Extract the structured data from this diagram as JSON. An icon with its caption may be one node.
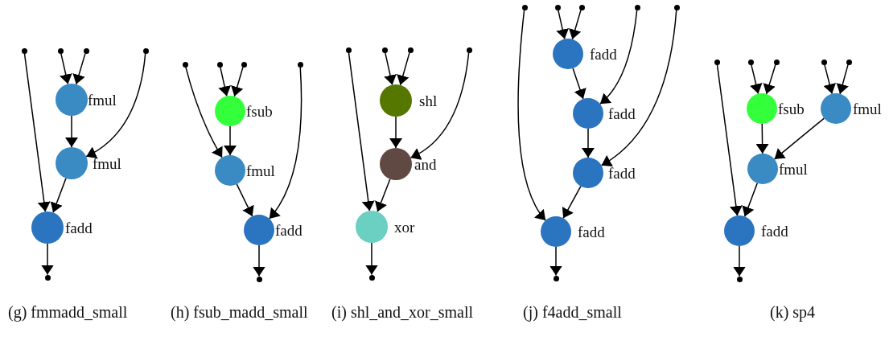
{
  "diagram": {
    "nodes": [
      {
        "text": [],
        "shape": "circle"
      },
      {
        "text": [],
        "shape": "circle"
      },
      {
        "text": [],
        "shape": "circle"
      },
      {
        "text": [],
        "shape": "circle"
      },
      {
        "text": [
          "fmul"
        ]
      },
      {
        "text": [
          "fmul"
        ]
      },
      {
        "text": [
          "fadd"
        ]
      },
      {
        "text": [],
        "shape": "circle"
      },
      {
        "text": [],
        "shape": "circle"
      },
      {
        "text": [],
        "shape": "circle"
      },
      {
        "text": [],
        "shape": "circle"
      },
      {
        "text": [],
        "shape": "circle"
      },
      {
        "text": [
          "fsub"
        ]
      },
      {
        "text": [
          "fmul"
        ]
      },
      {
        "text": [
          "fadd"
        ]
      },
      {
        "text": [],
        "shape": "circle"
      },
      {
        "text": [],
        "shape": "circle"
      },
      {
        "text": [],
        "shape": "circle"
      },
      {
        "text": [],
        "shape": "circle"
      },
      {
        "text": [],
        "shape": "circle"
      },
      {
        "text": [
          "shl"
        ]
      },
      {
        "text": [
          "and"
        ]
      },
      {
        "text": [
          "xor"
        ]
      },
      {
        "text": [],
        "shape": "circle"
      },
      {
        "text": [],
        "shape": "circle"
      },
      {
        "text": [],
        "shape": "circle"
      },
      {
        "text": [],
        "shape": "circle"
      },
      {
        "text": [],
        "shape": "circle"
      },
      {
        "text": [],
        "shape": "circle"
      },
      {
        "text": [
          "fadd"
        ]
      },
      {
        "text": [
          "fadd"
        ]
      },
      {
        "text": [
          "fadd"
        ]
      },
      {
        "text": [
          "fadd"
        ]
      },
      {
        "text": [],
        "shape": "circle"
      },
      {
        "text": [],
        "shape": "circle"
      },
      {
        "text": [],
        "shape": "circle"
      },
      {
        "text": [],
        "shape": "circle"
      },
      {
        "text": [],
        "shape": "circle"
      },
      {
        "text": [],
        "shape": "circle"
      },
      {
        "text": [
          "fsub"
        ]
      },
      {
        "text": [
          "fmul"
        ]
      },
      {
        "text": [
          "fmul"
        ]
      },
      {
        "text": [
          "fadd"
        ]
      },
      {
        "text": [],
        "shape": "circle"
      }
    ],
    "edges": [
      {
        "from": 1,
        "to": 4,
        "arrow": "to"
      },
      {
        "from": 2,
        "to": 4,
        "arrow": "to"
      },
      {
        "from": 4,
        "to": 5,
        "arrow": "to"
      },
      {
        "from": 3,
        "to": 5,
        "arrow": "to"
      },
      {
        "from": 0,
        "to": 6,
        "arrow": "to"
      },
      {
        "from": 5,
        "to": 6,
        "arrow": "to"
      },
      {
        "from": 6,
        "to": 7,
        "arrow": "to"
      },
      {
        "from": 9,
        "to": 12,
        "arrow": "to"
      },
      {
        "from": 10,
        "to": 12,
        "arrow": "to"
      },
      {
        "from": 8,
        "to": 13,
        "arrow": "to"
      },
      {
        "from": 12,
        "to": 13,
        "arrow": "to"
      },
      {
        "from": 13,
        "to": 14,
        "arrow": "to"
      },
      {
        "from": 11,
        "to": 14,
        "arrow": "to"
      },
      {
        "from": 14,
        "to": 15,
        "arrow": "to"
      },
      {
        "from": 17,
        "to": 20,
        "arrow": "to"
      },
      {
        "from": 18,
        "to": 20,
        "arrow": "to"
      },
      {
        "from": 20,
        "to": 21,
        "arrow": "to"
      },
      {
        "from": 19,
        "to": 21,
        "arrow": "to"
      },
      {
        "from": 16,
        "to": 22,
        "arrow": "to"
      },
      {
        "from": 21,
        "to": 22,
        "arrow": "to"
      },
      {
        "from": 22,
        "to": 23,
        "arrow": "to"
      },
      {
        "from": 25,
        "to": 29,
        "arrow": "to"
      },
      {
        "from": 26,
        "to": 29,
        "arrow": "to"
      },
      {
        "from": 29,
        "to": 30,
        "arrow": "to"
      },
      {
        "from": 27,
        "to": 30,
        "arrow": "to"
      },
      {
        "from": 30,
        "to": 31,
        "arrow": "to"
      },
      {
        "from": 28,
        "to": 31,
        "arrow": "to"
      },
      {
        "from": 24,
        "to": 32,
        "arrow": "to"
      },
      {
        "from": 31,
        "to": 32,
        "arrow": "to"
      },
      {
        "from": 32,
        "to": 33,
        "arrow": "to"
      },
      {
        "from": 35,
        "to": 39,
        "arrow": "to"
      },
      {
        "from": 36,
        "to": 39,
        "arrow": "to"
      },
      {
        "from": 37,
        "to": 40,
        "arrow": "to"
      },
      {
        "from": 38,
        "to": 40,
        "arrow": "to"
      },
      {
        "from": 39,
        "to": 41,
        "arrow": "to"
      },
      {
        "from": 40,
        "to": 41,
        "arrow": "to"
      },
      {
        "from": 34,
        "to": 42,
        "arrow": "to"
      },
      {
        "from": 41,
        "to": 42,
        "arrow": "to"
      },
      {
        "from": 42,
        "to": 43,
        "arrow": "to"
      }
    ],
    "labels": [
      "(g) fmmadd_small",
      "(h) fsub_madd_small",
      "(i) shl_and_xor_small",
      "(j) f4add_small",
      "(k) sp4"
    ]
  }
}
